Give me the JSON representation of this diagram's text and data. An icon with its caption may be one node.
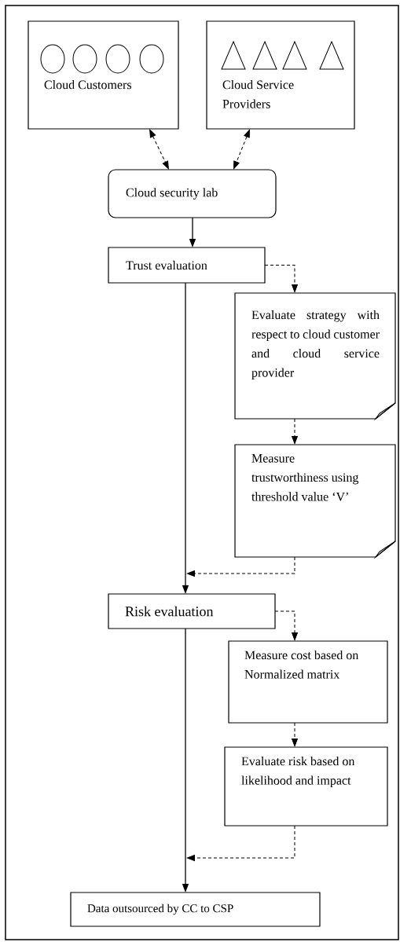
{
  "diagram": {
    "nodes": [
      {
        "text": [
          "Cloud Customers"
        ]
      },
      {
        "text": [
          "Cloud Service Providers"
        ]
      },
      {
        "text": [
          "Cloud security lab"
        ]
      },
      {
        "text": [
          "Trust evaluation"
        ]
      },
      {
        "text": [
          "Evaluate strategy with respect to cloud customer and cloud service provider"
        ]
      },
      {
        "text": [
          "Measure trustworthiness using threshold value ‘V’"
        ]
      },
      {
        "text": [
          "Risk evaluation"
        ]
      },
      {
        "text": [
          "Measure cost based on Normalized matrix"
        ]
      },
      {
        "text": [
          "Evaluate risk based on likelihood and impact"
        ]
      },
      {
        "text": [
          "Data outsourced by CC to CSP"
        ]
      }
    ],
    "edges": [
      {
        "from": 0,
        "to": 2,
        "arrow": "both",
        "style": "dashed"
      },
      {
        "from": 1,
        "to": 2,
        "arrow": "both",
        "style": "dashed"
      },
      {
        "from": 2,
        "to": 3,
        "arrow": "to"
      },
      {
        "from": 3,
        "to": 4,
        "arrow": "to",
        "style": "dashed"
      },
      {
        "from": 4,
        "to": 5,
        "arrow": "to",
        "style": "dashed"
      },
      {
        "from": 5,
        "to": 6,
        "arrow": "to",
        "style": "dashed"
      },
      {
        "from": 3,
        "to": 6,
        "arrow": "to"
      },
      {
        "from": 6,
        "to": 7,
        "arrow": "to",
        "style": "dashed"
      },
      {
        "from": 7,
        "to": 8,
        "arrow": "to",
        "style": "dashed"
      },
      {
        "from": 8,
        "to": 9,
        "arrow": "to",
        "style": "dashed"
      },
      {
        "from": 6,
        "to": 9,
        "arrow": "to"
      }
    ]
  }
}
